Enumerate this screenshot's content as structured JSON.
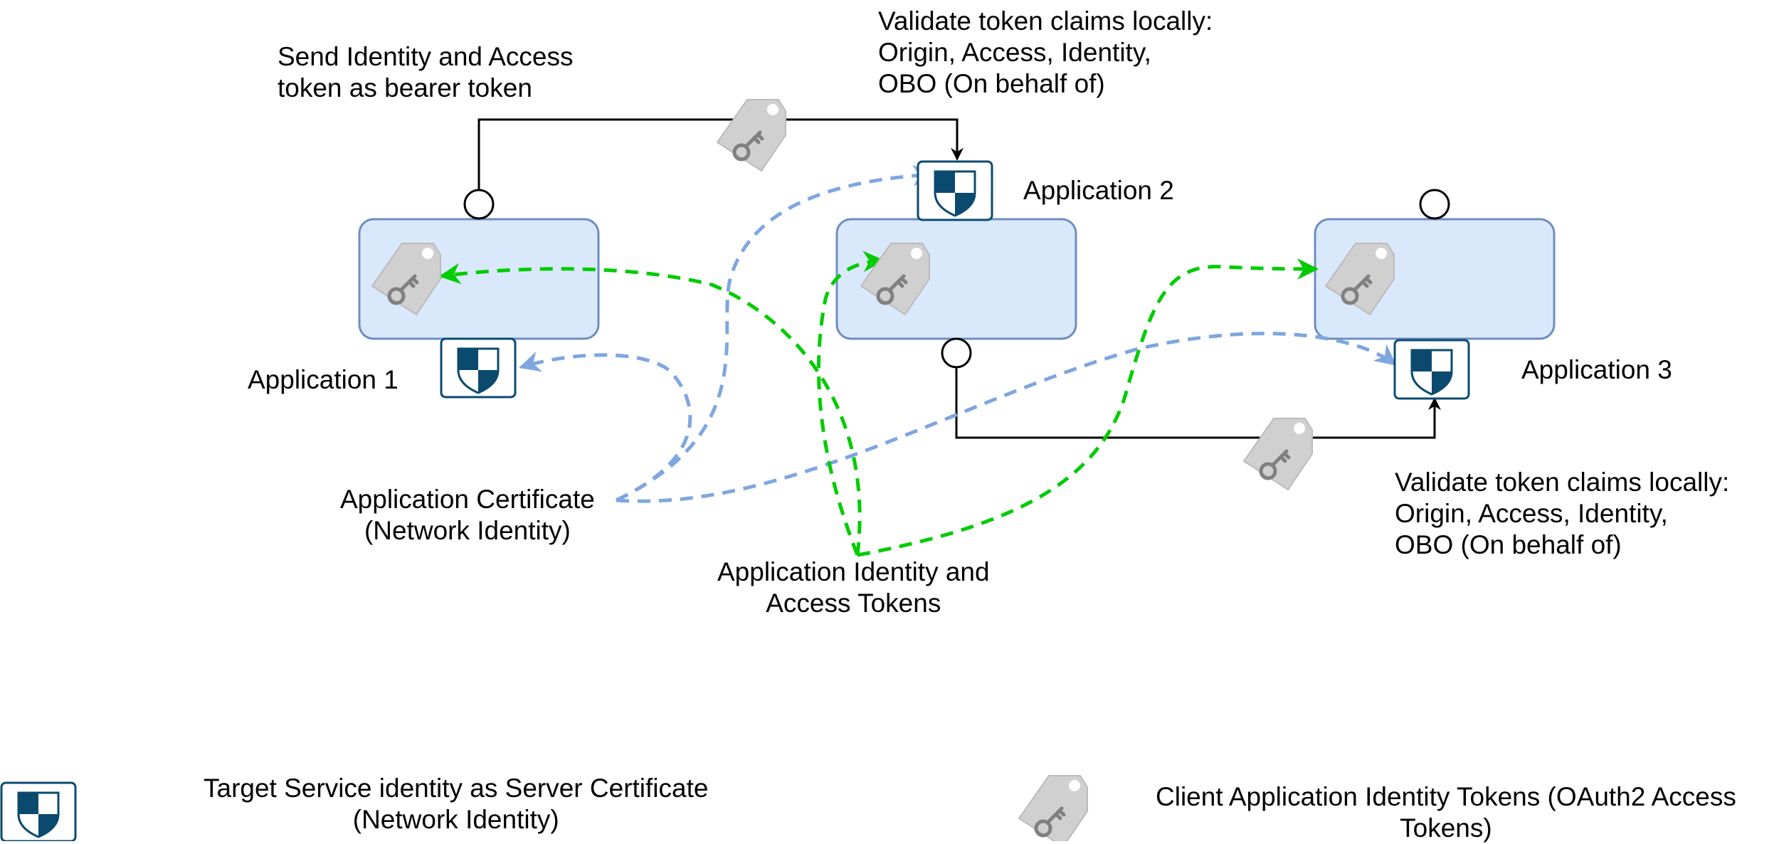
{
  "labels": {
    "send_token": [
      "Send Identity and Access",
      "token as bearer token"
    ],
    "validate_top": [
      "Validate token claims locally:",
      "Origin, Access, Identity,",
      "OBO (On behalf of)"
    ],
    "validate_bottom": [
      "Validate token claims locally:",
      "Origin, Access, Identity,",
      "OBO (On behalf of)"
    ],
    "app1": "Application 1",
    "app2": "Application 2",
    "app3": "Application 3",
    "app_cert": [
      "Application Certificate",
      "(Network Identity)"
    ],
    "app_tokens": [
      "Application Identity and",
      "Access Tokens"
    ]
  },
  "legend": {
    "certificate": [
      "Target Service identity as Server Certificate",
      "(Network Identity)"
    ],
    "token": [
      "Client Application Identity Tokens (OAuth2 Access",
      "Tokens)"
    ]
  },
  "icons": {
    "certificate": "shield-certificate-icon",
    "token": "key-tag-icon"
  },
  "colors": {
    "app_fill": "#dae8fc",
    "app_stroke": "#6c8ebf",
    "cert_stroke": "#0b4a6f",
    "cert_fill": "#0b4a6f",
    "network_identity_arrow": "#7ea6e0",
    "token_arrow": "#00cc00",
    "connector": "#000000"
  }
}
